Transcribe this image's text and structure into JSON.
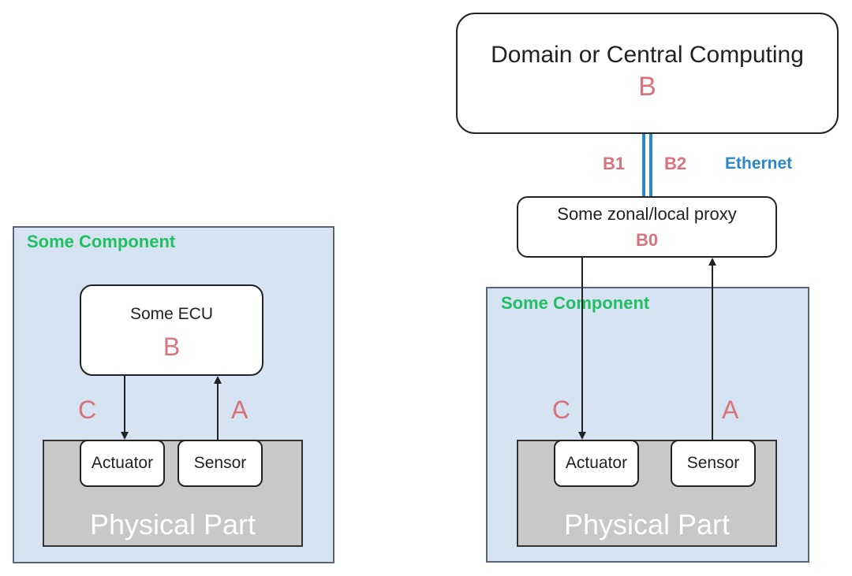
{
  "left": {
    "component_label": "Some Component",
    "ecu_title": "Some ECU",
    "ecu_letter": "B",
    "arrow_c": "C",
    "arrow_a": "A",
    "actuator": "Actuator",
    "sensor": "Sensor",
    "physical": "Physical Part"
  },
  "right": {
    "central_title": "Domain or Central Computing",
    "central_letter": "B",
    "b1": "B1",
    "b2": "B2",
    "ethernet": "Ethernet",
    "proxy_title": "Some zonal/local proxy",
    "proxy_letter": "B0",
    "component_label": "Some Component",
    "arrow_c": "C",
    "arrow_a": "A",
    "actuator": "Actuator",
    "sensor": "Sensor",
    "physical": "Physical Part"
  },
  "colors": {
    "component_fill": "#d6e3f3",
    "component_label": "#1fbf62",
    "letter_red": "#d9727a",
    "ethernet_blue": "#2c86c7",
    "physical_fill": "#c8c8c8"
  }
}
